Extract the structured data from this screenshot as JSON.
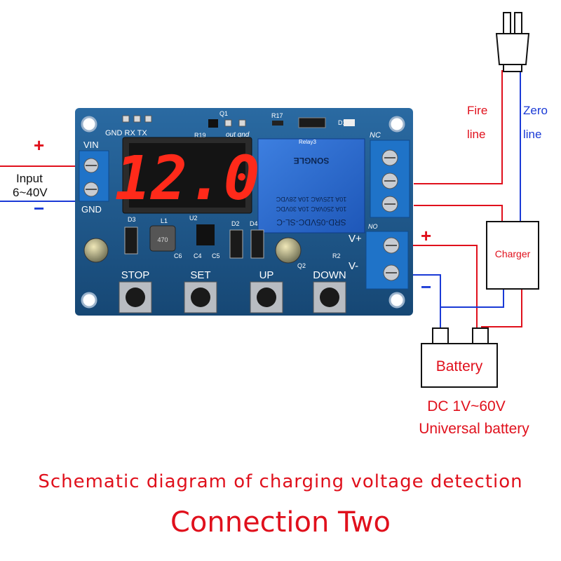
{
  "board": {
    "header_pins": "GND RX TX",
    "q1": "Q1",
    "r17": "R17",
    "r19": "R19",
    "d1": "D1",
    "out_gnd": "out gnd",
    "vin": "VIN",
    "gnd": "GND",
    "display": "12.0",
    "relay_label": "Relay3",
    "relay_lines": [
      "SRD-05VDC-SL-C",
      "10A 250VAC  10A 30VDC",
      "10A 125VAC  10A 28VDC"
    ],
    "relay_brand": "SONGLE",
    "nc": "NC",
    "no": "NO",
    "vplus": "V+",
    "vminus": "V-",
    "d3": "D3",
    "l1": "L1",
    "u2": "U2",
    "d2": "D2",
    "d4": "D4",
    "r2": "R2",
    "q2": "Q2",
    "c6": "C6",
    "c4": "C4",
    "c5": "C5",
    "inductor_value": "470",
    "buttons": [
      "STOP",
      "SET",
      "UP",
      "DOWN"
    ]
  },
  "input": {
    "plus": "+",
    "minus": "−",
    "label": "Input",
    "range": "6~40V"
  },
  "mains": {
    "fire": [
      "Fire",
      "line"
    ],
    "zero": [
      "Zero",
      "line"
    ]
  },
  "output": {
    "plus": "+",
    "minus": "−"
  },
  "charger": {
    "label": "Charger"
  },
  "battery": {
    "label": "Battery",
    "range": "DC 1V~60V",
    "desc": "Universal battery"
  },
  "title": {
    "line1": "Schematic diagram of charging voltage detection",
    "line2": "Connection Two"
  },
  "colors": {
    "board": "#1f5a8f",
    "wire_red": "#e0101c",
    "wire_blue": "#1a3ad6",
    "terminal": "#1f73c8",
    "digit": "#ff2a1a"
  }
}
